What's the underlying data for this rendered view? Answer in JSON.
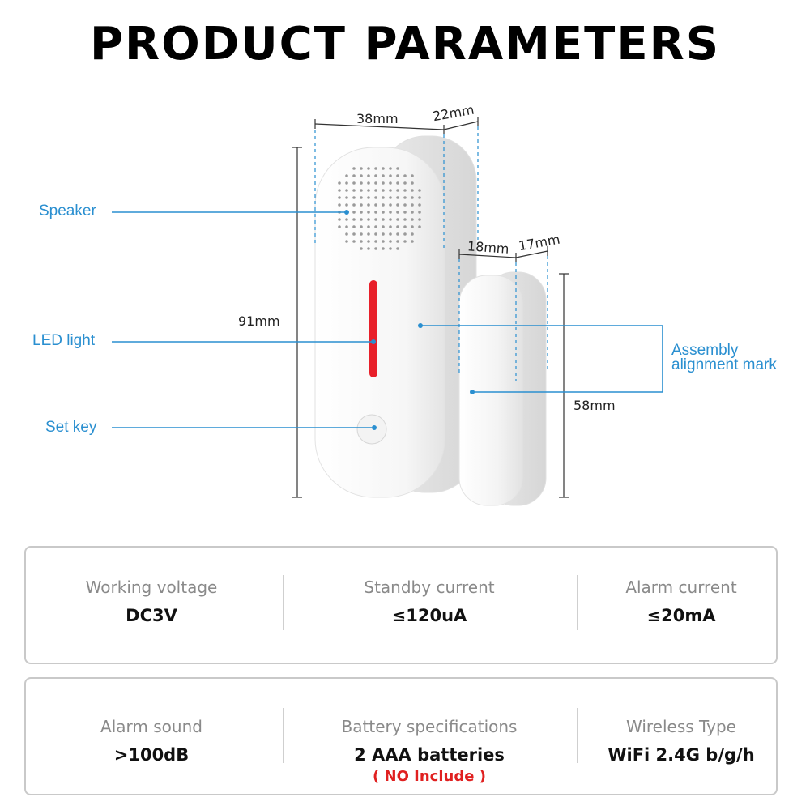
{
  "title": "PRODUCT PARAMETERS",
  "callouts": {
    "speaker": "Speaker",
    "led": "LED light",
    "set_key": "Set key",
    "assembly_line1": "Assembly",
    "assembly_line2": "alignment mark"
  },
  "dimensions": {
    "main_width": "38mm",
    "main_depth": "22mm",
    "main_height": "91mm",
    "magnet_width": "18mm",
    "magnet_depth": "17mm",
    "magnet_height": "58mm"
  },
  "specs_row1": [
    {
      "label": "Working voltage",
      "value": "DC3V"
    },
    {
      "label": "Standby current",
      "value": "≤120uA"
    },
    {
      "label": "Alarm current",
      "value": "≤20mA"
    }
  ],
  "specs_row2": [
    {
      "label": "Alarm sound",
      "value": ">100dB"
    },
    {
      "label": "Battery specifications",
      "value": "2 AAA batteries",
      "note": "( NO Include )"
    },
    {
      "label": "Wireless Type",
      "value": "WiFi 2.4G b/g/h"
    }
  ],
  "colors": {
    "accent_blue": "#2a8fd0",
    "led_red": "#e8202a",
    "note_red": "#e02020"
  }
}
